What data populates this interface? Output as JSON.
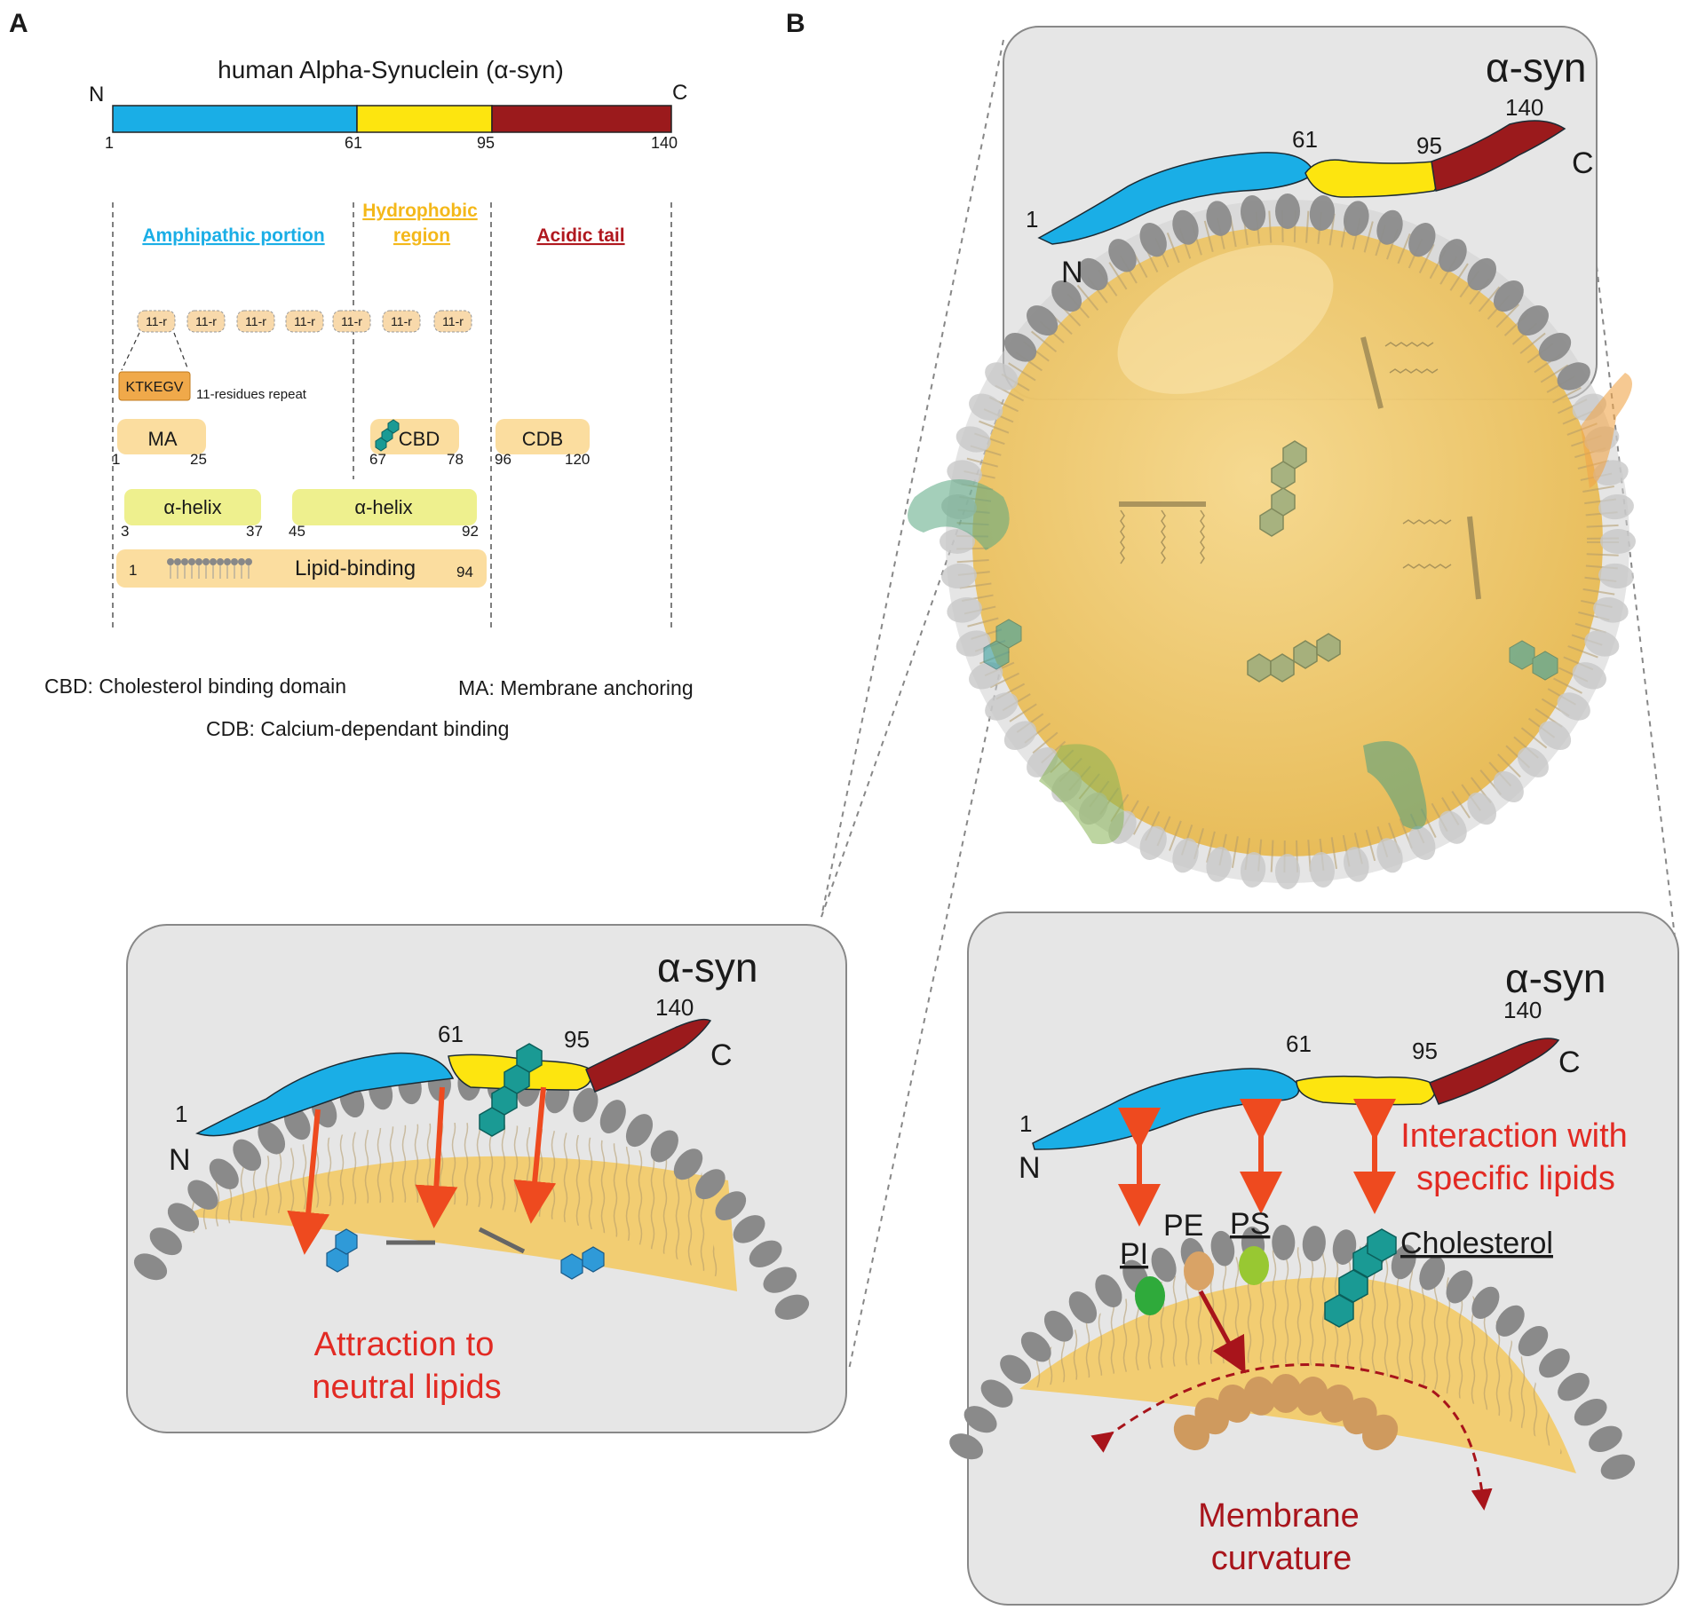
{
  "panel_a": {
    "label": "A",
    "title": "human Alpha-Synuclein (α-syn)",
    "n_label": "N",
    "c_label": "C",
    "bar_ticks": [
      "1",
      "61",
      "95",
      "140"
    ],
    "colors": {
      "amphipathic": "#1aaee6",
      "hydrophobic": "#fde50f",
      "acidic": "#9b1a1c"
    },
    "regions": {
      "amphipathic": "Amphipathic portion",
      "hydrophobic_line1": "Hydrophobic",
      "hydrophobic_line2": "region",
      "acidic": "Acidic tail"
    },
    "repeat_label": "11-r",
    "repeat_seq": "KTKEGV",
    "repeat_caption": "11-residues repeat",
    "domains": {
      "ma": {
        "label": "MA",
        "start": "1",
        "end": "25"
      },
      "cbd": {
        "label": "CBD",
        "start": "67",
        "end": "78"
      },
      "cdb": {
        "label": "CDB",
        "start": "96",
        "end": "120"
      },
      "helix1": {
        "label": "α-helix",
        "start": "3",
        "end": "37"
      },
      "helix2": {
        "label": "α-helix",
        "start": "45",
        "end": "92"
      },
      "lipid": {
        "label": "Lipid-binding",
        "start": "1",
        "end": "94"
      }
    },
    "legend": {
      "cbd": "CBD: Cholesterol binding domain",
      "ma": "MA: Membrane anchoring",
      "cdb": "CDB:  Calcium-dependant binding"
    }
  },
  "panel_b": {
    "label": "B",
    "top_box": {
      "title": "α-syn",
      "n": "N",
      "c": "C",
      "n1": "1",
      "n61": "61",
      "n95": "95",
      "n140": "140"
    },
    "left_box": {
      "title": "α-syn",
      "n": "N",
      "c": "C",
      "n1": "1",
      "n61": "61",
      "n95": "95",
      "n140": "140",
      "caption1": "Attraction to",
      "caption2": "neutral lipids"
    },
    "right_box": {
      "title": "α-syn",
      "n": "N",
      "c": "C",
      "n1": "1",
      "n61": "61",
      "n95": "95",
      "n140": "140",
      "interaction1": "Interaction with",
      "interaction2": "specific lipids",
      "pi": "PI",
      "pe": "PE",
      "ps": "PS",
      "cholesterol": "Cholesterol",
      "curvature1": "Membrane",
      "curvature2": "curvature"
    }
  }
}
